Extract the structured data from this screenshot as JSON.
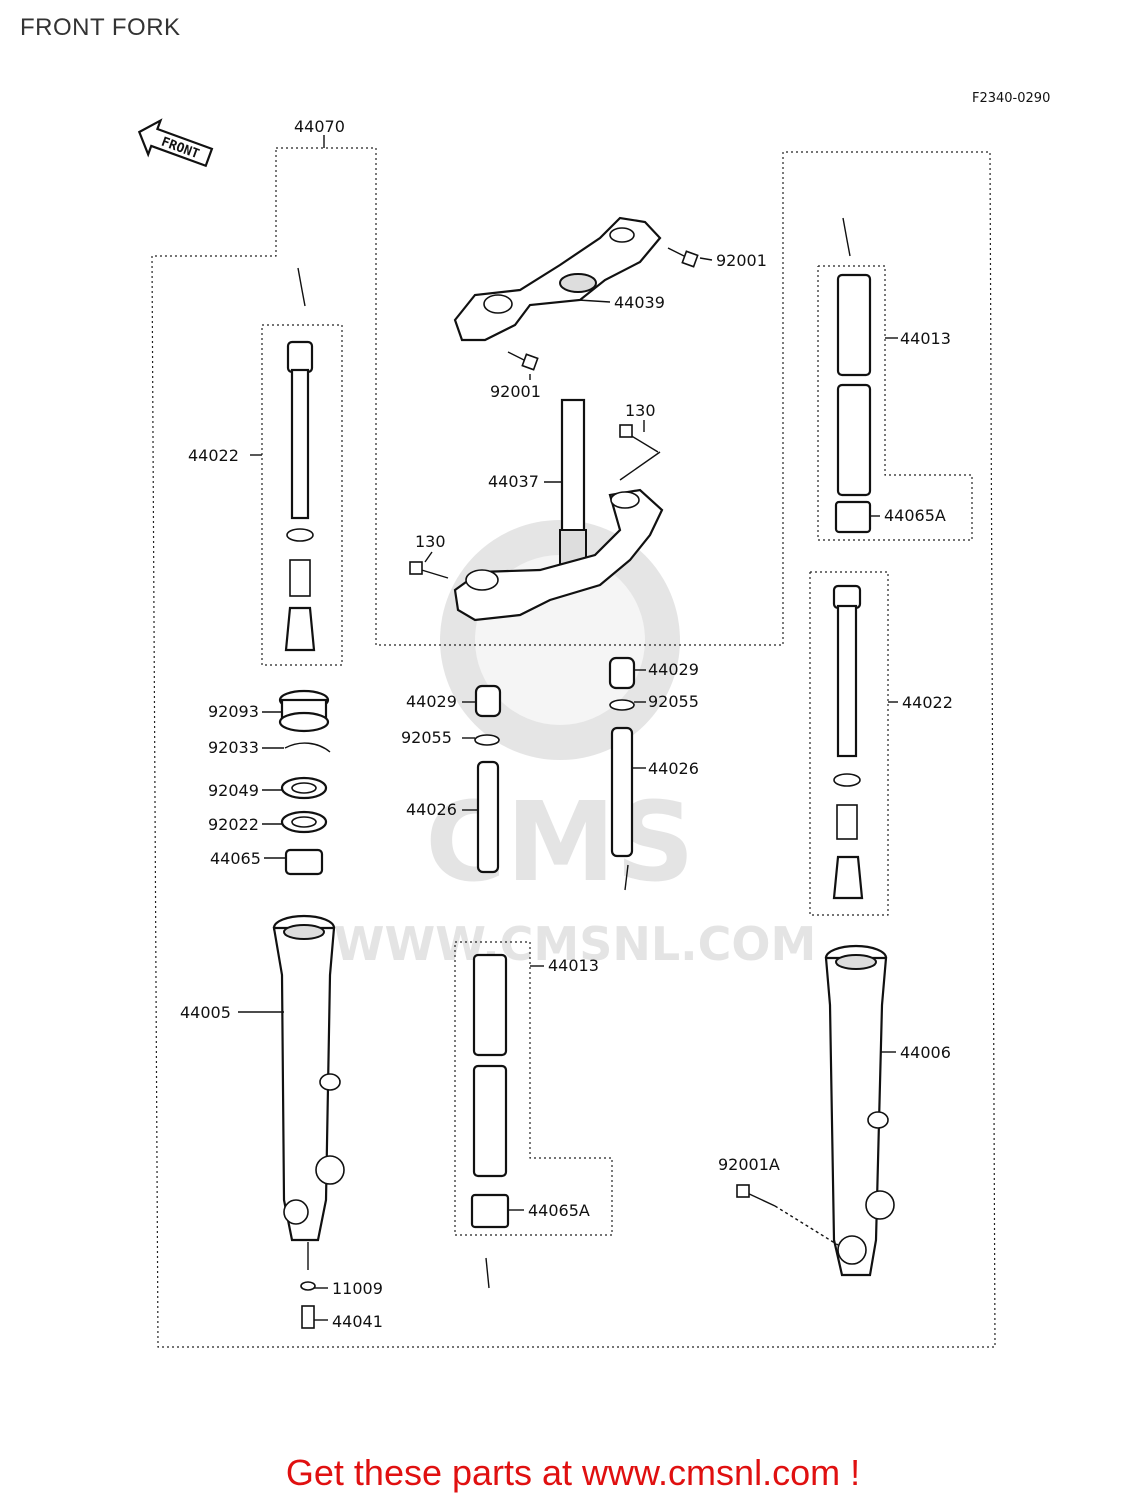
{
  "page": {
    "title": "FRONT FORK"
  },
  "diagram": {
    "code": "F2340-0290",
    "direction_label": "FRONT",
    "watermark": {
      "brand": "CMS",
      "url": "WWW.CMSNL.COM"
    },
    "callouts": {
      "assembly_top": "44070",
      "upper_bracket": "44039",
      "bolt_upper_right": "92001",
      "bolt_upper_below": "92001",
      "bolt_stem_right": "130",
      "bolt_stem_left": "130",
      "stem": "44037",
      "pipe_left_top": "44022",
      "pipe_right_top": "44013",
      "bush_right_top": "44065A",
      "seal": "92093",
      "clip": "92033",
      "washer_a": "92049",
      "washer_b": "92022",
      "bush_left": "44065",
      "cap_left": "44029",
      "oring_left": "92055",
      "spring_left": "44026",
      "cap_right": "44029",
      "oring_right": "92055",
      "spring_right": "44026",
      "pipe_right_mid": "44022",
      "pipe_center_lower": "44013",
      "bush_center_lower": "44065A",
      "outer_tube_left": "44005",
      "outer_tube_right": "44006",
      "axle_bolt": "92001A",
      "gasket": "11009",
      "drain_bolt": "44041"
    }
  },
  "footer": {
    "cta": "Get these parts at www.cmsnl.com !"
  },
  "colors": {
    "cta": "#e01010",
    "ink": "#111111"
  }
}
